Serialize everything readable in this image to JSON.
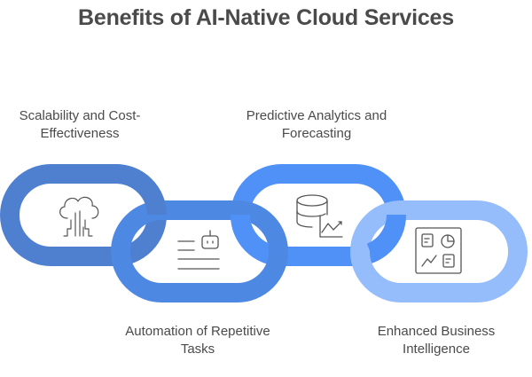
{
  "title": "Benefits of AI-Native Cloud Services",
  "benefits": [
    {
      "label_line1": "Scalability and Cost-",
      "label_line2": "Effectiveness",
      "icon": "cloud-circuit-icon",
      "color": "#4f7fcf"
    },
    {
      "label_line1": "Automation of Repetitive",
      "label_line2": "Tasks",
      "icon": "robot-document-icon",
      "color": "#4d88e3"
    },
    {
      "label_line1": "Predictive Analytics and",
      "label_line2": "Forecasting",
      "icon": "database-chart-icon",
      "color": "#4f91f7"
    },
    {
      "label_line1": "Enhanced Business",
      "label_line2": "Intelligence",
      "icon": "dashboard-icon",
      "color": "#95bdfb"
    }
  ]
}
